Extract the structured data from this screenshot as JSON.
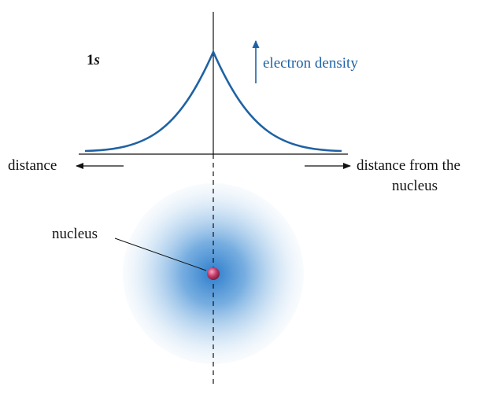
{
  "orbital_label": {
    "main": "1",
    "italic": "s"
  },
  "density_label": "electron density",
  "left_axis_label": "distance",
  "right_axis_label": [
    "distance from the",
    "nucleus"
  ],
  "nucleus_label": "nucleus",
  "colors": {
    "curve": "#1f62a3",
    "arrow_blue": "#1f62a3",
    "cloud_center": "#2c7dcc",
    "nucleus": "#c63a69",
    "ink": "#111111"
  }
}
